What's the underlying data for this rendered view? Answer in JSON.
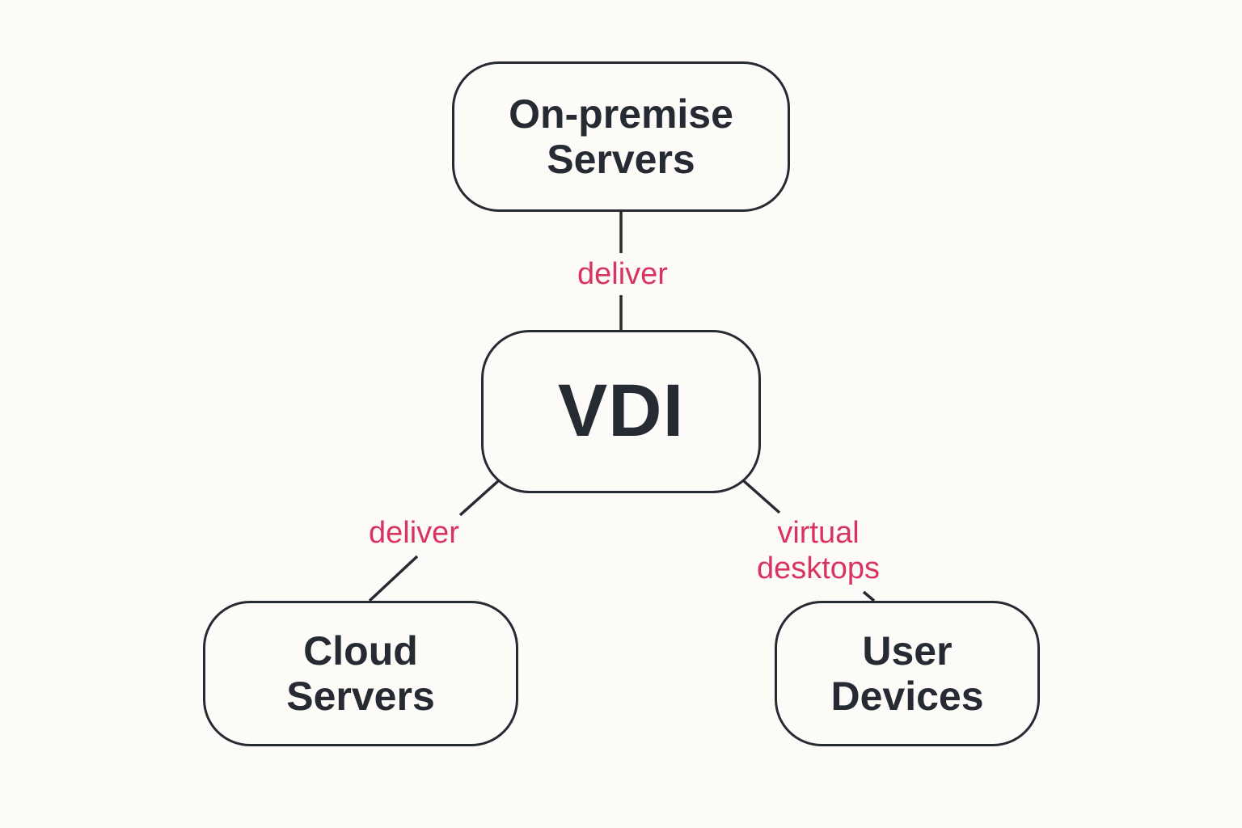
{
  "diagram": {
    "nodes": {
      "onprem": "On-premise\nServers",
      "vdi": "VDI",
      "cloud": "Cloud\nServers",
      "user": "User\nDevices"
    },
    "edges": {
      "top": "deliver",
      "left": "deliver",
      "right": "virtual\ndesktops"
    },
    "colors": {
      "background": "#fcfbf8",
      "node_border": "#262b33",
      "node_text": "#262b33",
      "edge_label": "#d9345f"
    }
  }
}
